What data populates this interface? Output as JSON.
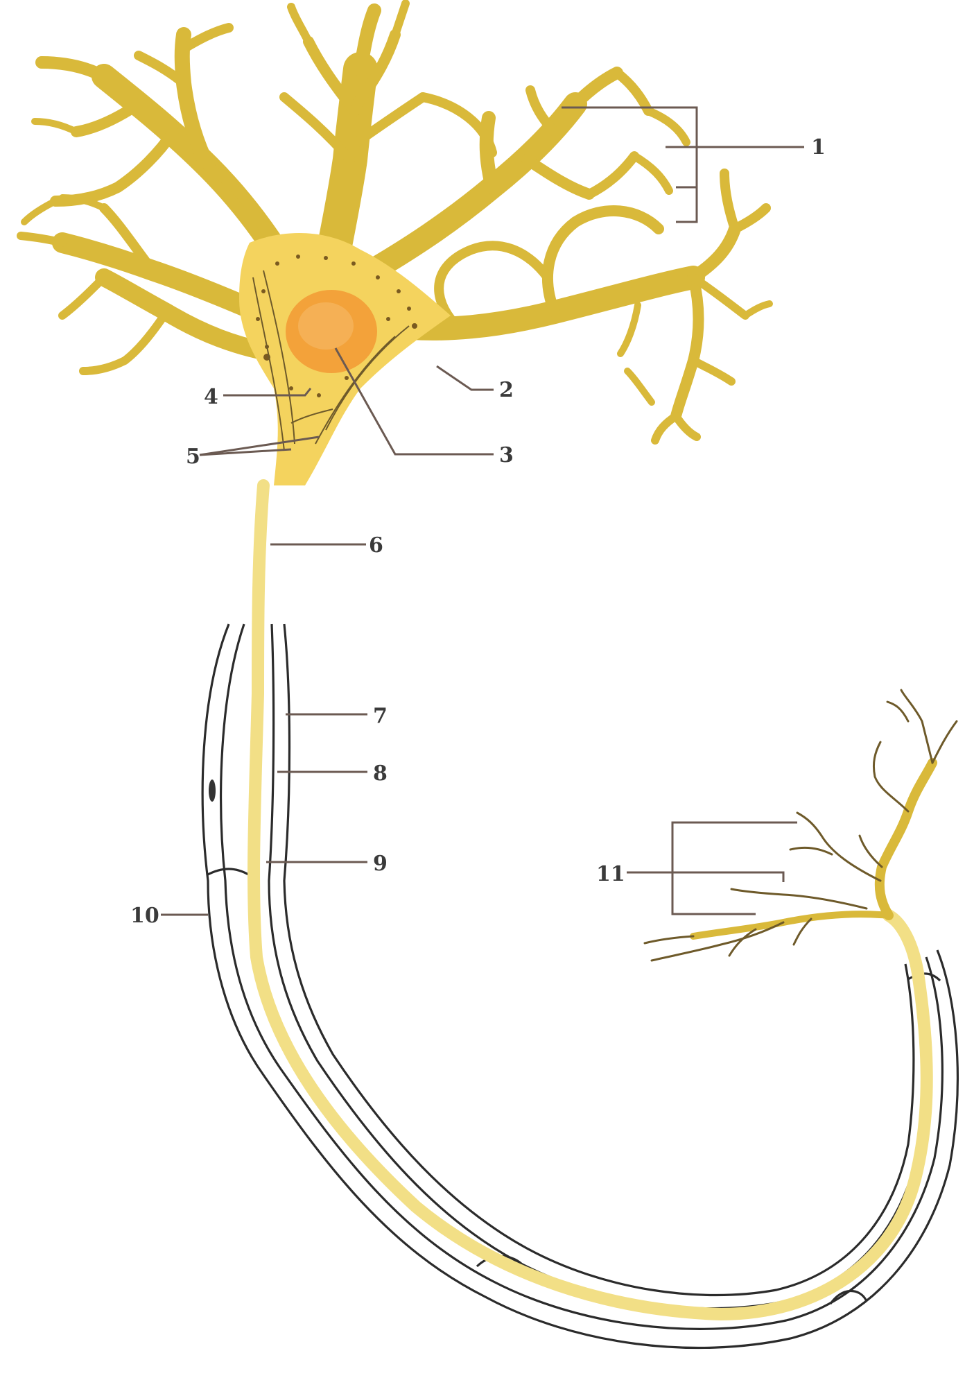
{
  "colors": {
    "cytoplasm": "#f4d35e",
    "dendrite": "#f1cf55",
    "nucleus": "#f3a23a",
    "sheath_fill": "#f8ecb0",
    "outline": "#2b2b2b",
    "leader": "#6b5a52"
  },
  "labels": {
    "l1": "1",
    "l2": "2",
    "l3": "3",
    "l4": "4",
    "l5": "5",
    "l6": "6",
    "l7": "7",
    "l8": "8",
    "l9": "9",
    "l10": "10",
    "l11": "11"
  }
}
